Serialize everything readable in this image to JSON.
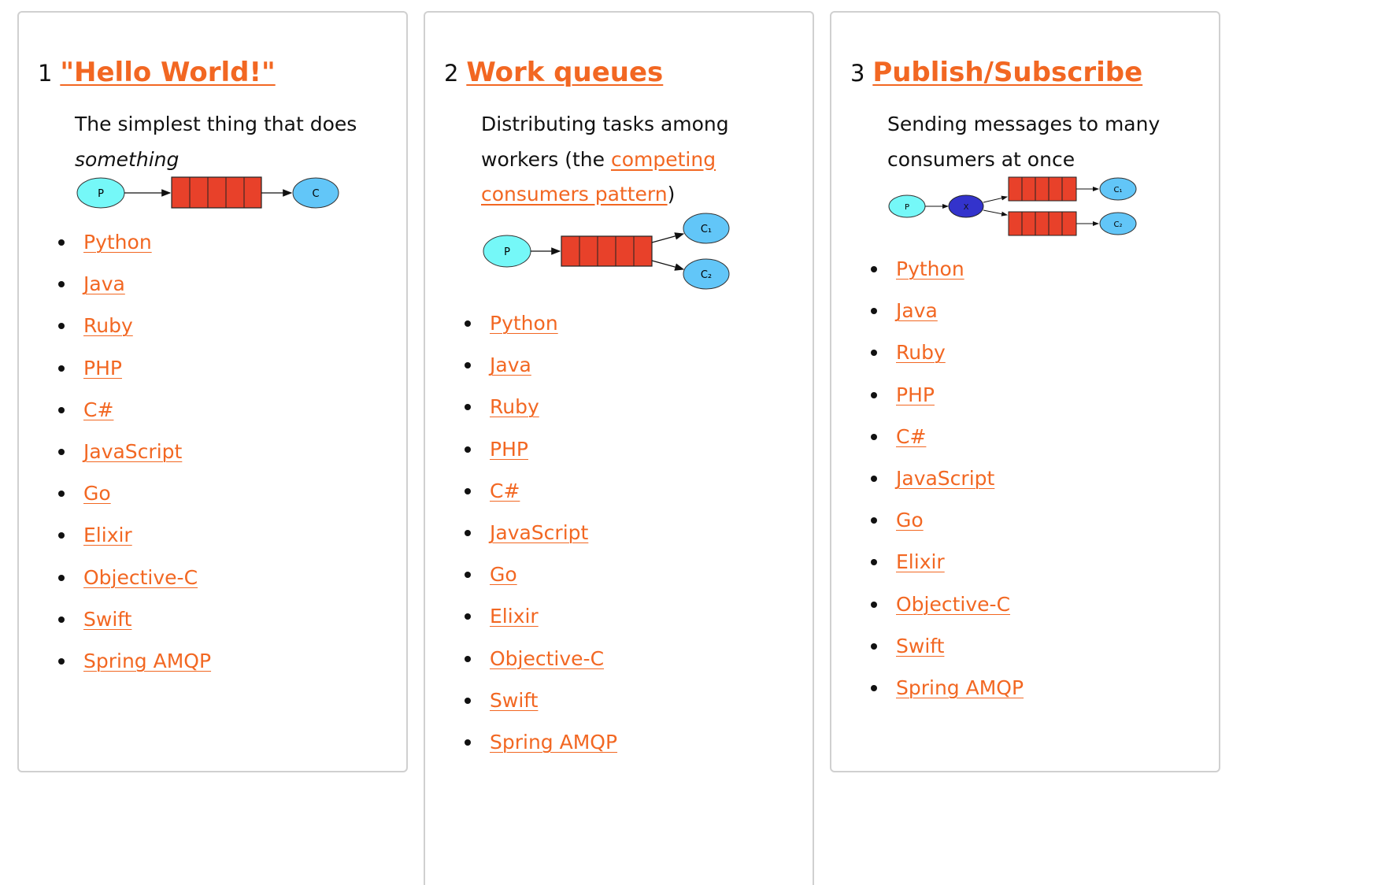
{
  "colors": {
    "link": "#f26722",
    "producer": "#75f8f8",
    "consumer": "#62c6f8",
    "exchange": "#3333cc",
    "queue": "#e8412a",
    "card_border": "#d0d0d0"
  },
  "tutorials": [
    {
      "number": "1",
      "title": "\"Hello World!\"",
      "description_plain": "The simplest thing that does",
      "description_em": "something",
      "diagram": {
        "producer": "P",
        "consumer": "C"
      },
      "languages": [
        "Python",
        "Java",
        "Ruby",
        "PHP",
        "C#",
        "JavaScript",
        "Go",
        "Elixir",
        "Objective-C",
        "Swift",
        "Spring AMQP"
      ]
    },
    {
      "number": "2",
      "title": "Work queues",
      "description_before": "Distributing tasks among workers (the",
      "description_link": "competing consumers pattern",
      "description_after": ")",
      "diagram": {
        "producer": "P",
        "consumers": [
          "C₁",
          "C₂"
        ]
      },
      "languages": [
        "Python",
        "Java",
        "Ruby",
        "PHP",
        "C#",
        "JavaScript",
        "Go",
        "Elixir",
        "Objective-C",
        "Swift",
        "Spring AMQP"
      ]
    },
    {
      "number": "3",
      "title": "Publish/Subscribe",
      "description": "Sending messages to many consumers at once",
      "diagram": {
        "producer": "P",
        "exchange": "X",
        "consumers": [
          "C₁",
          "C₂"
        ]
      },
      "languages": [
        "Python",
        "Java",
        "Ruby",
        "PHP",
        "C#",
        "JavaScript",
        "Go",
        "Elixir",
        "Objective-C",
        "Swift",
        "Spring AMQP"
      ]
    }
  ]
}
